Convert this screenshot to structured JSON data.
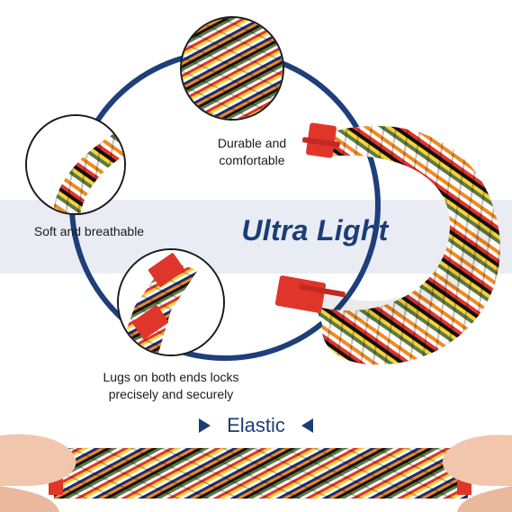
{
  "headline": "Ultra Light",
  "callouts": {
    "durable": "Durable and\ncomfortable",
    "soft": "Soft and breathable",
    "lugs": "Lugs on both ends locks\nprecisely and securely"
  },
  "elastic_label": "Elastic",
  "colors": {
    "accent_navy": "#1c3d78",
    "ring_blue": "#1e3f7a",
    "lug_red": "#e0352b",
    "band_stripe_gray": "#e9ecf3"
  },
  "icons": [
    "triangle-right-icon",
    "triangle-left-icon"
  ]
}
